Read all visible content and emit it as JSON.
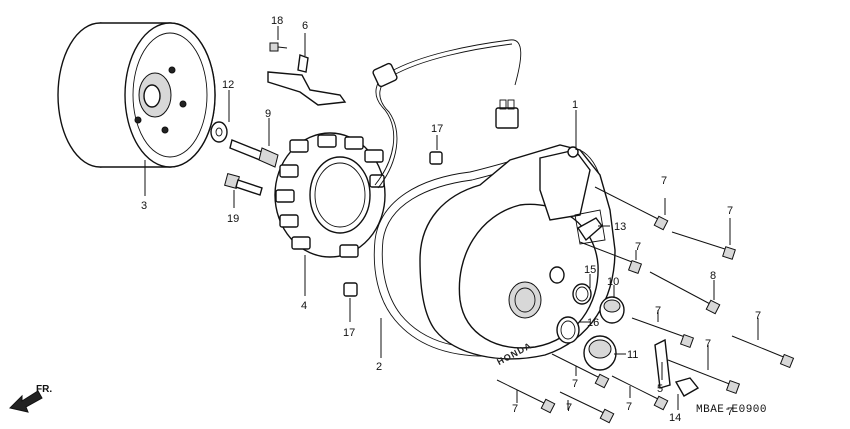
{
  "diagram": {
    "diagram_code": "MBAE-E0900",
    "direction_label": "FR.",
    "brand_mark": "HONDA",
    "callouts": {
      "c1": "1",
      "c2": "2",
      "c3": "3",
      "c4": "4",
      "c5": "5",
      "c6": "6",
      "c7a": "7",
      "c7b": "7",
      "c7c": "7",
      "c7d": "7",
      "c7e": "7",
      "c7f": "7",
      "c7g": "7",
      "c7h": "7",
      "c7i": "7",
      "c7j": "7",
      "c7k": "7",
      "c8": "8",
      "c9": "9",
      "c10": "10",
      "c11": "11",
      "c12": "12",
      "c13": "13",
      "c14": "14",
      "c15": "15",
      "c16": "16",
      "c17a": "17",
      "c17b": "17",
      "c18": "18",
      "c19": "19"
    }
  }
}
